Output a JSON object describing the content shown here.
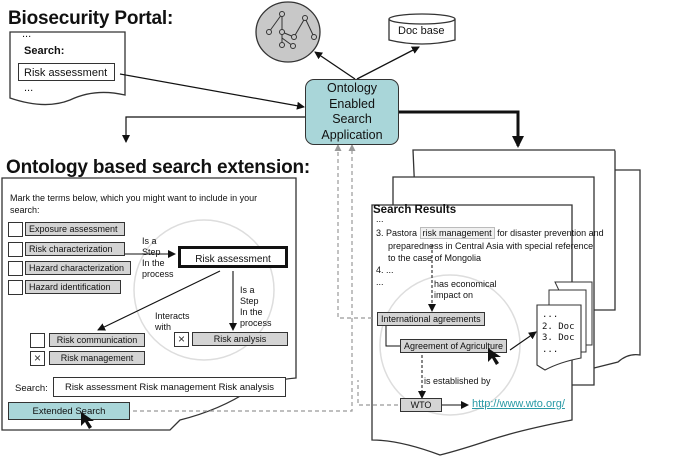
{
  "portal": {
    "title": "Biosecurity Portal:",
    "ellipsis_top": "...",
    "search_label": "Search:",
    "search_value": "Risk assessment",
    "ellipsis_bottom": "..."
  },
  "ontology_graph": {
    "icon": "ontology-graph-icon"
  },
  "doc_base": {
    "label": "Doc base",
    "icon": "database-cylinder-icon"
  },
  "app": {
    "lines": [
      "Ontology",
      "Enabled",
      "Search",
      "Application"
    ]
  },
  "extension": {
    "title": "Ontology based search extension:",
    "instructions": "Mark the terms below, which you might want to include in your search:",
    "terms": [
      {
        "label": "Exposure assessment",
        "checked": false
      },
      {
        "label": "Risk characterization",
        "checked": false
      },
      {
        "label": "Hazard characterization",
        "checked": false
      },
      {
        "label": "Hazard identification",
        "checked": false
      }
    ],
    "central_term": "Risk assessment",
    "relation_step_1": [
      "Is a",
      "Step",
      "In the",
      "process"
    ],
    "relation_step_2": [
      "Is a",
      "Step",
      "In the",
      "process"
    ],
    "relation_interacts": [
      "Interacts",
      "with"
    ],
    "lower_terms": [
      {
        "label": "Risk communication",
        "checked": false
      },
      {
        "label": "Risk management",
        "checked": true
      },
      {
        "label": "Risk analysis",
        "checked": true
      }
    ],
    "check_mark": "×",
    "search_label": "Search:",
    "search_value": "Risk assessment Risk management Risk analysis",
    "button_label": "Extended Search"
  },
  "results": {
    "title": "Search Results",
    "ellipsis_top": "...",
    "item3_prefix": "3. Pastora",
    "item3_highlight": "risk management",
    "item3_rest": "for disaster prevention and",
    "item3_line2": "preparedness in Central Asia with special reference",
    "item3_line3": "to the case of Mongolia",
    "item4": "4. ...",
    "ellipsis_bottom": "...",
    "relation_economic": [
      "has economical",
      "impact on"
    ],
    "node_international": "International agreements",
    "node_agriculture": "Agreement of Agriculture",
    "relation_established": "is established by",
    "node_wto": "WTO",
    "wto_link": "http://www.wto.org/",
    "doc_list": [
      "...",
      "2. Doc",
      "3. Doc",
      "..."
    ]
  }
}
